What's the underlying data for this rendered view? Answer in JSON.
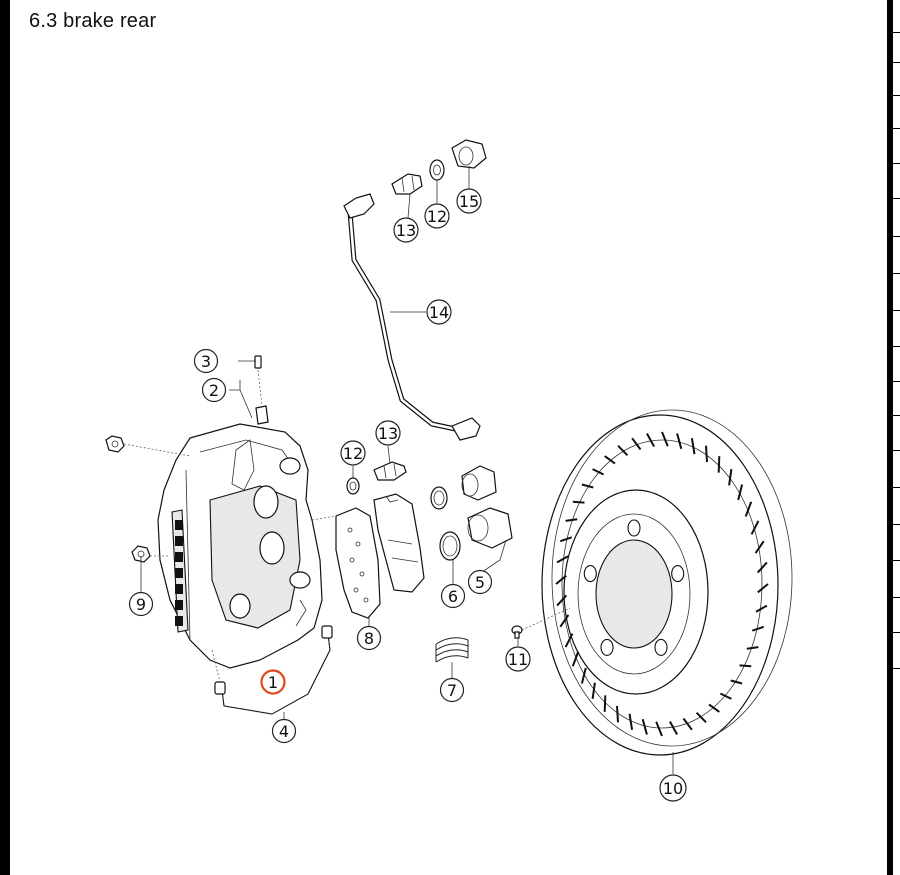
{
  "page": {
    "title": "6.3  brake rear",
    "highlight_color": "#e0481c"
  },
  "callouts": [
    {
      "id": "c1",
      "label": "1",
      "highlighted": true
    },
    {
      "id": "c2",
      "label": "2"
    },
    {
      "id": "c3",
      "label": "3"
    },
    {
      "id": "c4",
      "label": "4"
    },
    {
      "id": "c5",
      "label": "5"
    },
    {
      "id": "c6",
      "label": "6"
    },
    {
      "id": "c7",
      "label": "7"
    },
    {
      "id": "c8",
      "label": "8"
    },
    {
      "id": "c9",
      "label": "9"
    },
    {
      "id": "c10",
      "label": "10"
    },
    {
      "id": "c11",
      "label": "11"
    },
    {
      "id": "c12a",
      "label": "12"
    },
    {
      "id": "c12b",
      "label": "12"
    },
    {
      "id": "c13a",
      "label": "13"
    },
    {
      "id": "c13b",
      "label": "13"
    },
    {
      "id": "c14",
      "label": "14"
    },
    {
      "id": "c15",
      "label": "15"
    }
  ]
}
